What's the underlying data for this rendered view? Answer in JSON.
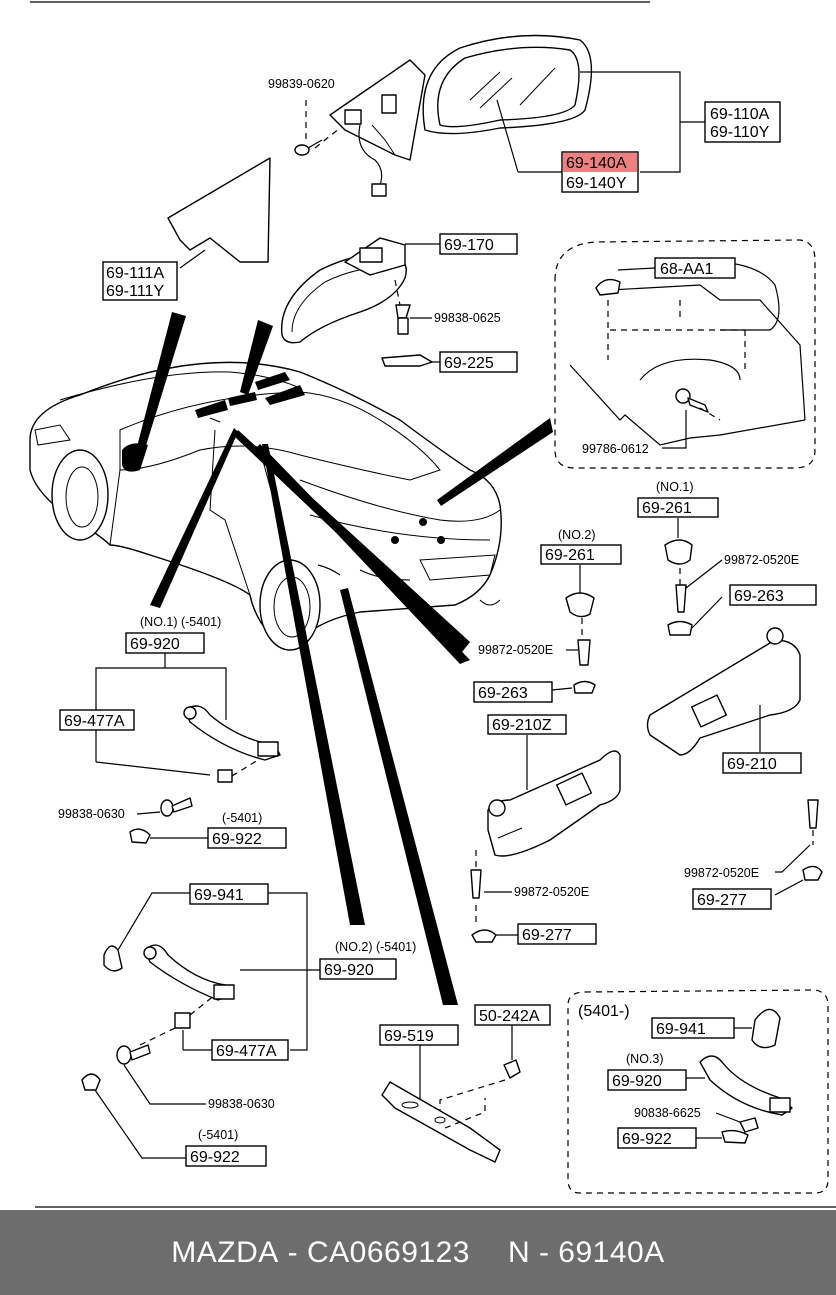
{
  "labels": {
    "p_69_110A": "69-110A",
    "p_69_110Y": "69-110Y",
    "p_69_140A": "69-140A",
    "p_69_140Y": "69-140Y",
    "p_99839_0620": "99839-0620",
    "p_69_111A": "69-111A",
    "p_69_111Y": "69-111Y",
    "p_69_170": "69-170",
    "p_99838_0625": "99838-0625",
    "p_69_225": "69-225",
    "p_68_AA1": "68-AA1",
    "p_99786_0612": "99786-0612",
    "no1_a": "(NO.1)",
    "p_69_261_a": "69-261",
    "p_99872_0520E_a": "99872-0520E",
    "p_69_263_a": "69-263",
    "no2_a": "(NO.2)",
    "p_69_261_b": "69-261",
    "p_99872_0520E_b": "99872-0520E",
    "p_69_263_b": "69-263",
    "p_69_210Z": "69-210Z",
    "p_69_210": "69-210",
    "p_99872_0520E_c": "99872-0520E",
    "p_69_277_a": "69-277",
    "p_99872_0520E_d": "99872-0520E",
    "p_69_277_b": "69-277",
    "no1_5401": "(NO.1)  (-5401)",
    "p_69_920_a": "69-920",
    "p_69_477A_a": "69-477A",
    "p_99838_0630_a": "99838-0630",
    "neg5401_a": "(-5401)",
    "p_69_922_a": "69-922",
    "p_69_941_a": "69-941",
    "no2_5401": "(NO.2)  (-5401)",
    "p_69_920_b": "69-920",
    "p_69_477A_b": "69-477A",
    "p_99838_0630_b": "99838-0630",
    "neg5401_b": "(-5401)",
    "p_69_922_b": "69-922",
    "p_69_519": "69-519",
    "p_50_242A": "50-242A",
    "pos5401": "(5401-)",
    "p_69_941_b": "69-941",
    "no3": "(NO.3)",
    "p_69_920_c": "69-920",
    "p_90838_6625": "90838-6625",
    "p_69_922_c": "69-922"
  },
  "highlight_color": "#f08080",
  "footer": {
    "brand": "MAZDA",
    "part_number": "CA0669123",
    "ref": "N - 69140A",
    "sep": " - "
  },
  "footer_color": "#6d6d6d"
}
